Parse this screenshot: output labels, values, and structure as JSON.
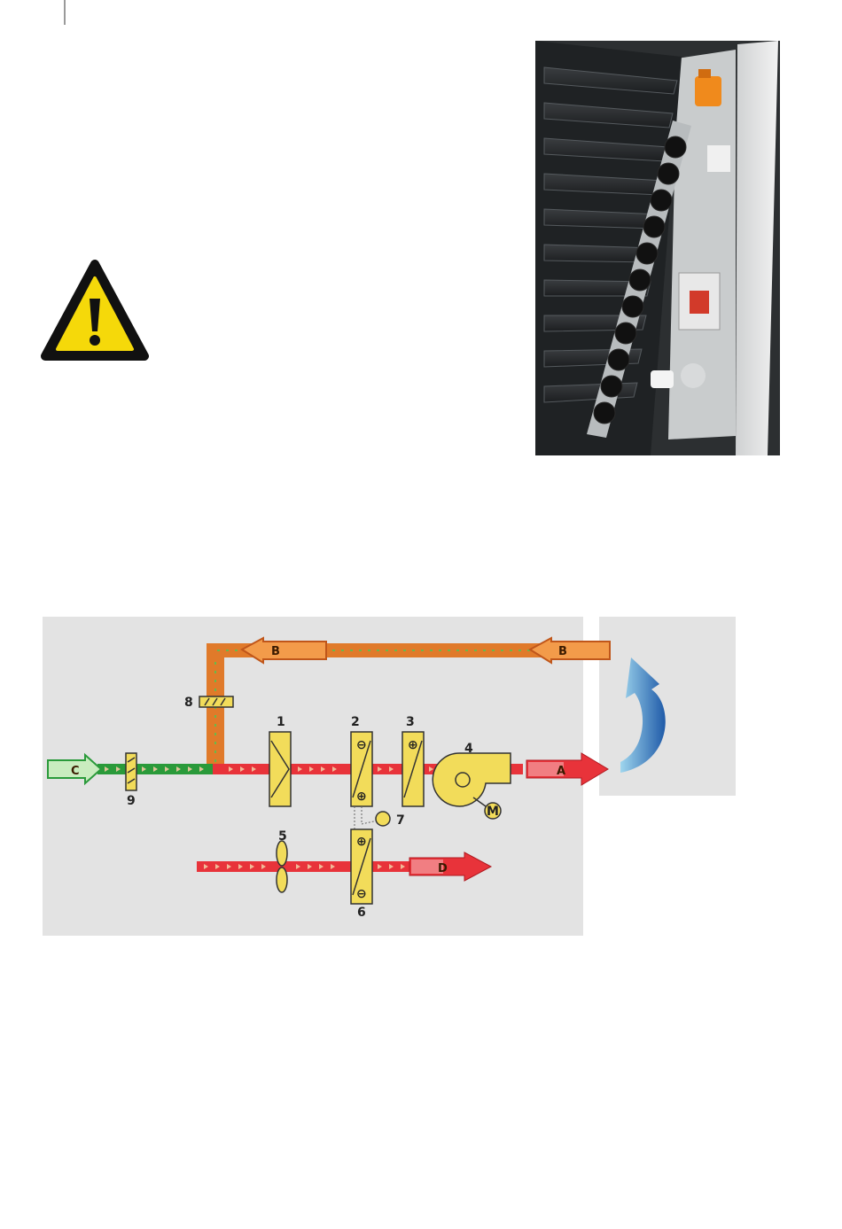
{
  "diagram": {
    "labels": {
      "n1": "1",
      "n2": "2",
      "n3": "3",
      "n4": "4",
      "n5": "5",
      "n6": "6",
      "n7": "7",
      "n8": "8",
      "n9": "9"
    },
    "arrows": {
      "a": "A",
      "b_left": "B",
      "b_right": "B",
      "c": "C",
      "d": "D"
    },
    "symbols": {
      "coil2_top": "⊖",
      "coil2_bottom": "⊕",
      "coil3_top": "⊕",
      "coil6_top": "⊕",
      "coil6_bottom": "⊖",
      "motor": "M"
    },
    "colors": {
      "supply": "#e8333a",
      "return": "#e07a2a",
      "fresh": "#2a9a3a",
      "component": "#f2dc5a",
      "panel": "#e3e3e3"
    }
  }
}
